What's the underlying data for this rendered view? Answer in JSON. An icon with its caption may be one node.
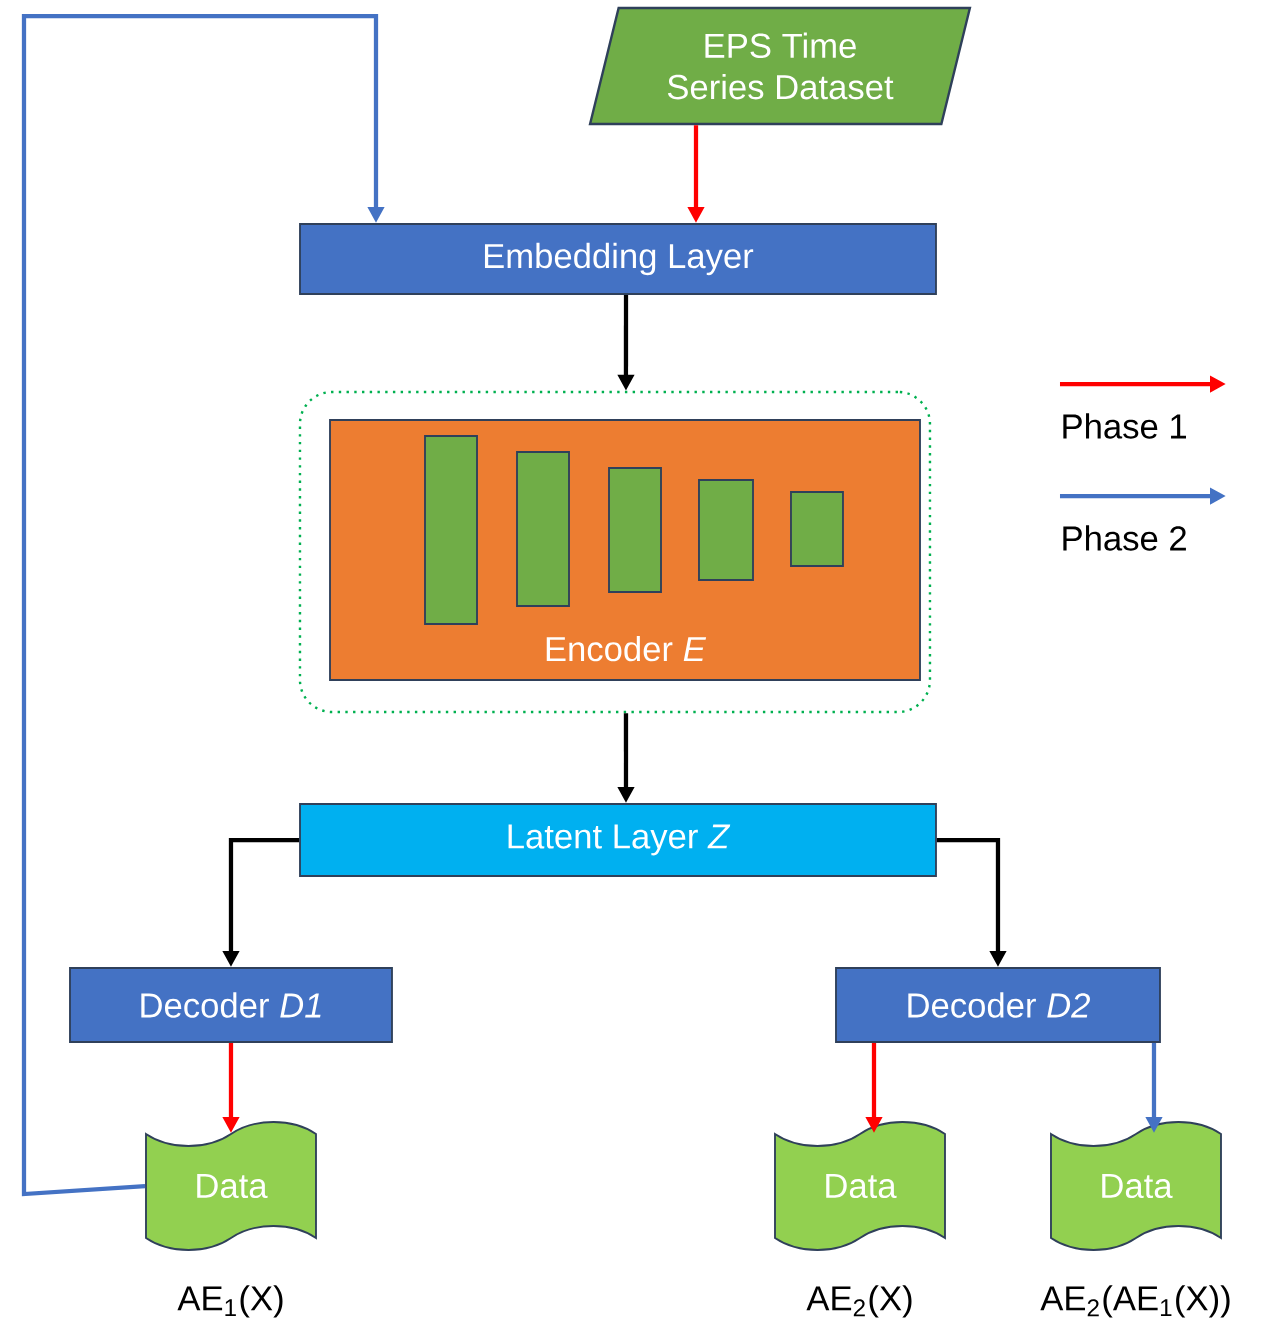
{
  "diagram": {
    "nodes": [
      {
        "text": [
          "EPS Time Series Dataset"
        ]
      },
      {
        "text": [
          "Embedding Layer"
        ]
      },
      {
        "text": [],
        "shape": "box"
      },
      {
        "text": [
          "Encoder *E*"
        ],
        "in": 2
      },
      {
        "text": [
          "Latent Layer *Z*"
        ]
      },
      {
        "text": [
          "Decoder *D1*"
        ]
      },
      {
        "text": [
          "Decoder *D2*"
        ]
      },
      {
        "text": [
          "Data"
        ],
        "beside": [
          "AE$_{1}$(X)"
        ]
      },
      {
        "text": [
          "Data"
        ],
        "beside": [
          "AE$_{2}$(X)"
        ]
      },
      {
        "text": [
          "Data"
        ],
        "beside": [
          "AE$_{2}$(AE$_{1}$(X))"
        ]
      }
    ],
    "edges": [
      {
        "from": 0,
        "to": 1,
        "arrow": "to",
        "color": "#ff0000"
      },
      {
        "from": 1,
        "to": 2,
        "arrow": "to"
      },
      {
        "from": 2,
        "to": 4,
        "arrow": "to"
      },
      {
        "from": 4,
        "to": 5,
        "arrow": "to"
      },
      {
        "from": 4,
        "to": 6,
        "arrow": "to"
      },
      {
        "from": 5,
        "to": 7,
        "arrow": "to",
        "color": "#ff0000"
      },
      {
        "from": 6,
        "to": 8,
        "arrow": "to",
        "color": "#ff0000"
      },
      {
        "from": 6,
        "to": 9,
        "arrow": "to",
        "color": "#4472c4"
      },
      {
        "from": 7,
        "to": 1,
        "arrow": "to",
        "color": "#4472c4"
      }
    ],
    "legend": [
      {
        "text": "Phase 1"
      },
      {
        "text": "Phase 2"
      }
    ]
  }
}
